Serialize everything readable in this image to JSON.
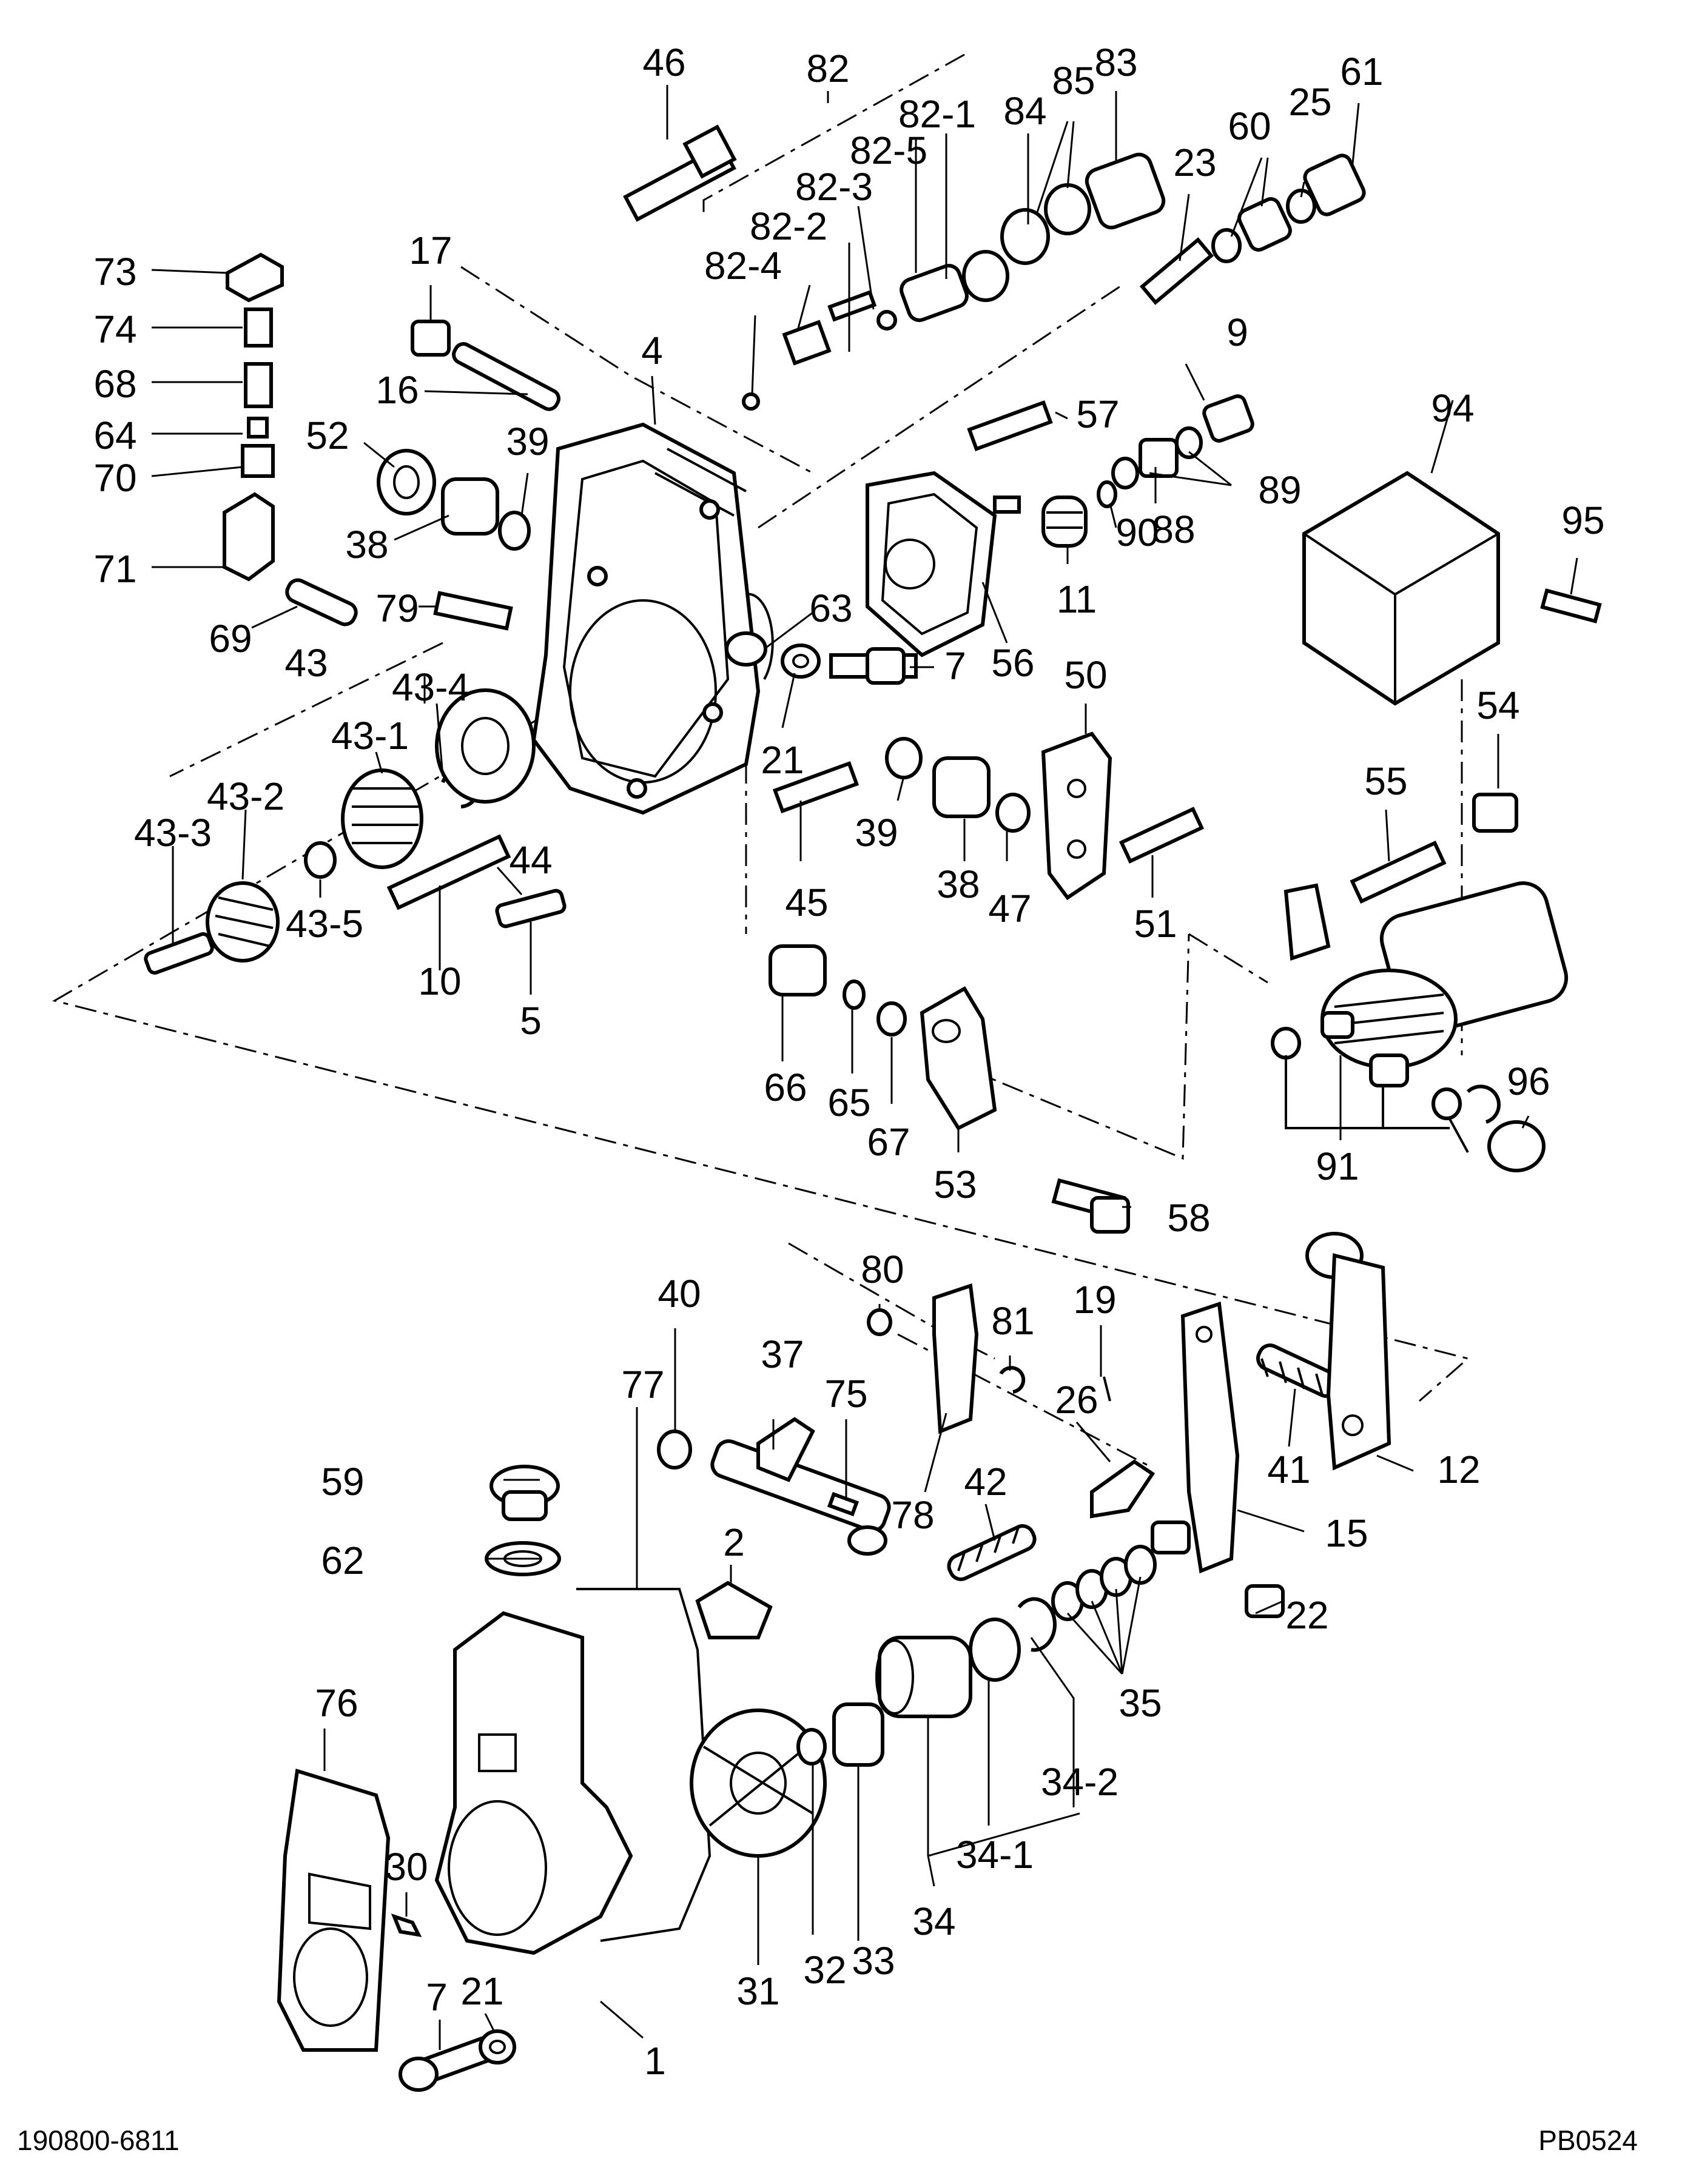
{
  "figure": {
    "drawing_number": "190800-6811",
    "page_code": "PB0524"
  },
  "callouts": {
    "c46": "46",
    "c82": "82",
    "c82_1": "82-1",
    "c83": "83",
    "c84": "84",
    "c85": "85",
    "c61": "61",
    "c82_5": "82-5",
    "c82_3": "82-3",
    "c82_2": "82-2",
    "c82_4": "82-4",
    "c60": "60",
    "c25": "25",
    "c23": "23",
    "c73": "73",
    "c74": "74",
    "c68": "68",
    "c64": "64",
    "c70": "70",
    "c71": "71",
    "c69": "69",
    "c17": "17",
    "c16": "16",
    "c4": "4",
    "c52": "52",
    "c39a": "39",
    "c38a": "38",
    "c79": "79",
    "c9": "9",
    "c57": "57",
    "c94": "94",
    "c95": "95",
    "c89": "89",
    "c88": "88",
    "c90": "90",
    "c11": "11",
    "c56": "56",
    "c63": "63",
    "c7a": "7",
    "c21a": "21",
    "c50": "50",
    "c43": "43",
    "c43_4": "43-4",
    "c43_1": "43-1",
    "c43_2": "43-2",
    "c43_3": "43-3",
    "c43_5": "43-5",
    "c10": "10",
    "c44": "44",
    "c5": "5",
    "c39b": "39",
    "c38b": "38",
    "c47": "47",
    "c45": "45",
    "c51": "51",
    "c54": "54",
    "c55": "55",
    "c66": "66",
    "c65": "65",
    "c67": "67",
    "c53": "53",
    "c58": "58",
    "c91": "91",
    "c96": "96",
    "c40": "40",
    "c80": "80",
    "c81": "81",
    "c37": "37",
    "c75": "75",
    "c19": "19",
    "c26": "26",
    "c41": "41",
    "c12": "12",
    "c15": "15",
    "c78": "78",
    "c42": "42",
    "c59": "59",
    "c62": "62",
    "c77": "77",
    "c2": "2",
    "c22": "22",
    "c35": "35",
    "c76": "76",
    "c30": "30",
    "c34_1": "34-1",
    "c34_2": "34-2",
    "c34": "34",
    "c31": "31",
    "c32": "32",
    "c33": "33",
    "c7b": "7",
    "c21b": "21",
    "c1": "1"
  }
}
